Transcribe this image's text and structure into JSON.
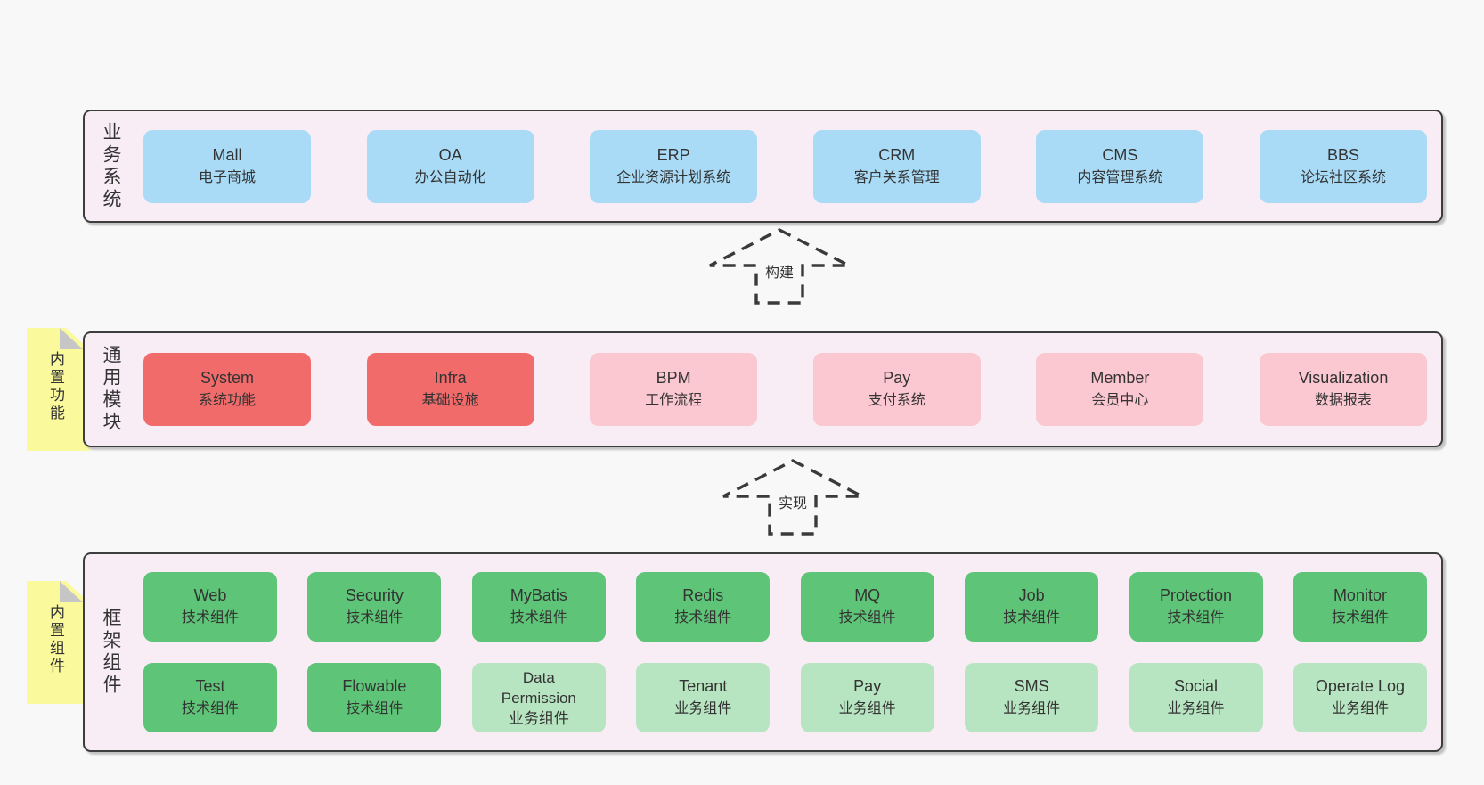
{
  "colors": {
    "page-bg": "#f8f8f8",
    "panel-bg": "#f8edf5",
    "panel-border": "#3d3d3d",
    "box-blue": "#a9dbf7",
    "box-red": "#f16b6b",
    "box-pink": "#fbc7d1",
    "box-green": "#5ec477",
    "box-light-green": "#b8e5c1",
    "sticky-yellow": "#fafa9d",
    "fold-gray": "#c6c6c6",
    "text": "#333333",
    "arrow-stroke": "#3a3a3a"
  },
  "arrows": {
    "build": "构建",
    "implement": "实现"
  },
  "panels": {
    "business": {
      "label": "业务系统",
      "boxes": [
        {
          "title": "Mall",
          "subtitle": "电子商城"
        },
        {
          "title": "OA",
          "subtitle": "办公自动化"
        },
        {
          "title": "ERP",
          "subtitle": "企业资源计划系统"
        },
        {
          "title": "CRM",
          "subtitle": "客户关系管理"
        },
        {
          "title": "CMS",
          "subtitle": "内容管理系统"
        },
        {
          "title": "BBS",
          "subtitle": "论坛社区系统"
        }
      ]
    },
    "modules": {
      "label": "通用模块",
      "sticky": "内置功能",
      "boxes": [
        {
          "title": "System",
          "subtitle": "系统功能"
        },
        {
          "title": "Infra",
          "subtitle": "基础设施"
        },
        {
          "title": "BPM",
          "subtitle": "工作流程"
        },
        {
          "title": "Pay",
          "subtitle": "支付系统"
        },
        {
          "title": "Member",
          "subtitle": "会员中心"
        },
        {
          "title": "Visualization",
          "subtitle": "数据报表"
        }
      ]
    },
    "components": {
      "label": "框架组件",
      "sticky": "内置组件",
      "rows": [
        [
          {
            "title": "Web",
            "subtitle": "技术组件"
          },
          {
            "title": "Security",
            "subtitle": "技术组件"
          },
          {
            "title": "MyBatis",
            "subtitle": "技术组件"
          },
          {
            "title": "Redis",
            "subtitle": "技术组件"
          },
          {
            "title": "MQ",
            "subtitle": "技术组件"
          },
          {
            "title": "Job",
            "subtitle": "技术组件"
          },
          {
            "title": "Protection",
            "subtitle": "技术组件"
          },
          {
            "title": "Monitor",
            "subtitle": "技术组件"
          }
        ],
        [
          {
            "title": "Test",
            "subtitle": "技术组件"
          },
          {
            "title": "Flowable",
            "subtitle": "技术组件"
          },
          {
            "title": "Data Permission",
            "subtitle": "业务组件"
          },
          {
            "title": "Tenant",
            "subtitle": "业务组件"
          },
          {
            "title": "Pay",
            "subtitle": "业务组件"
          },
          {
            "title": "SMS",
            "subtitle": "业务组件"
          },
          {
            "title": "Social",
            "subtitle": "业务组件"
          },
          {
            "title": "Operate Log",
            "subtitle": "业务组件"
          }
        ]
      ]
    }
  }
}
